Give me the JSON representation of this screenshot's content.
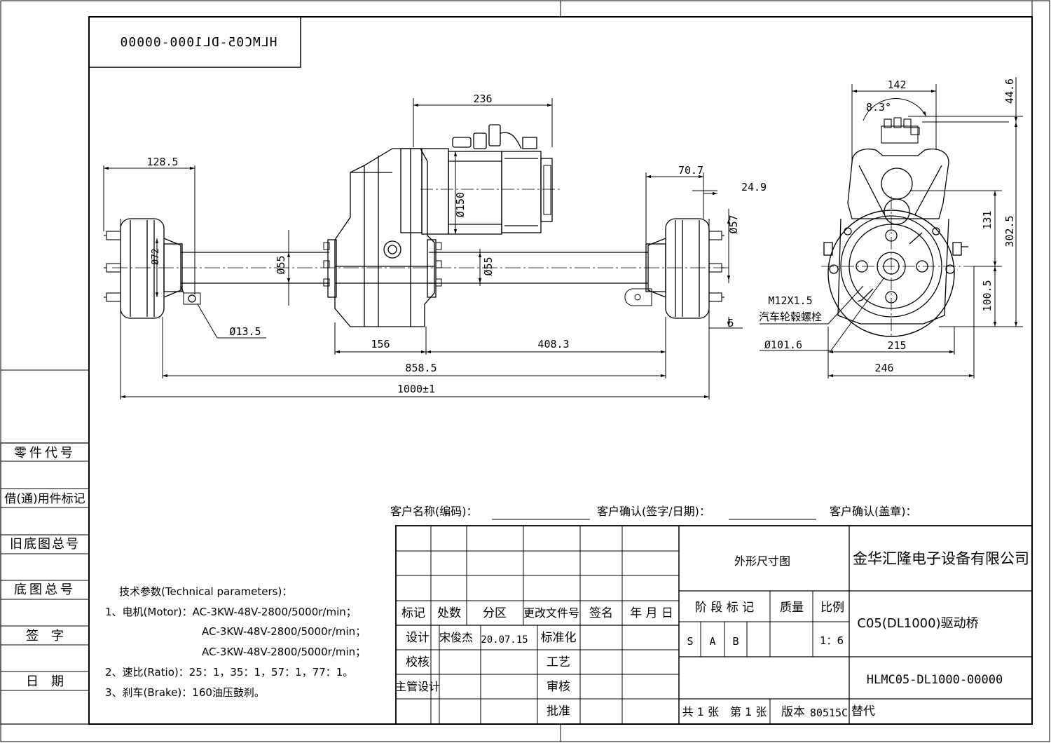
{
  "drawing_number_mirrored": "HLMC05-DL1000-00000",
  "dimensions": {
    "d236": "236",
    "d128_5": "128.5",
    "d70_7": "70.7",
    "d24_9": "24.9",
    "phi150": "Ø150",
    "phi57": "Ø57",
    "phi55_left": "Ø55",
    "phi55_right": "Ø55",
    "phi13_5": "Ø13.5",
    "phi72": "Ø72",
    "d156": "156",
    "d408_3": "408.3",
    "d858_5": "858.5",
    "d1000": "1000±1",
    "d5": "5",
    "d142": "142",
    "angle": "8.3°",
    "d44_6": "44.6",
    "d131": "131",
    "d302_5": "302.5",
    "d100_5": "100.5",
    "d215": "215",
    "d246": "246",
    "phi101_6": "Ø101.6",
    "bolt_spec": "M12X1.5",
    "bolt_name": "汽车轮毂螺栓"
  },
  "left_column": [
    "零件代号",
    "借(通)用件标记",
    "旧底图总号",
    "底图总号",
    "签　字",
    "日　期"
  ],
  "tech": {
    "heading": "技术参数(Technical parameters)：",
    "motor_1": "1、电机(Motor)：AC-3KW-48V-2800/5000r/min；",
    "motor_2": "AC-3KW-48V-2800/5000r/min；",
    "motor_3": "AC-3KW-48V-2800/5000r/min；",
    "ratio": "2、速比(Ratio)：25：1，35：1，57：1，77：1。",
    "brake": "3、刹车(Brake)：160油压鼓刹。"
  },
  "customer": {
    "name_label": "客户名称(编码)：",
    "confirm_sign_label": "客户确认(签字/日期)：",
    "confirm_seal_label": "客户确认(盖章)："
  },
  "title_block": {
    "revision_headers": [
      "标记",
      "处数",
      "分区",
      "更改文件号",
      "签名",
      "年 月 日"
    ],
    "design_label": "设计",
    "designer": "宋俊杰",
    "design_date": "20.07.15",
    "standardize_label": "标准化",
    "check_label": "校核",
    "process_label": "工艺",
    "chief_label": "主管设计",
    "review_label": "审核",
    "approve_label": "批准",
    "drawing_type": "外形尺寸图",
    "stage_label": "阶 段 标 记",
    "mass_label": "质量",
    "scale_label": "比例",
    "stage_s": "S",
    "stage_a": "A",
    "stage_b": "B",
    "scale_value": "1：6",
    "sheets_label": "共 1 张　第 1 张",
    "version_label": "版本",
    "version_value": "80515C",
    "replace_label": "替代",
    "company": "金华汇隆电子设备有限公司",
    "product_name": "C05(DL1000)驱动桥",
    "drawing_number": "HLMC05-DL1000-00000"
  }
}
